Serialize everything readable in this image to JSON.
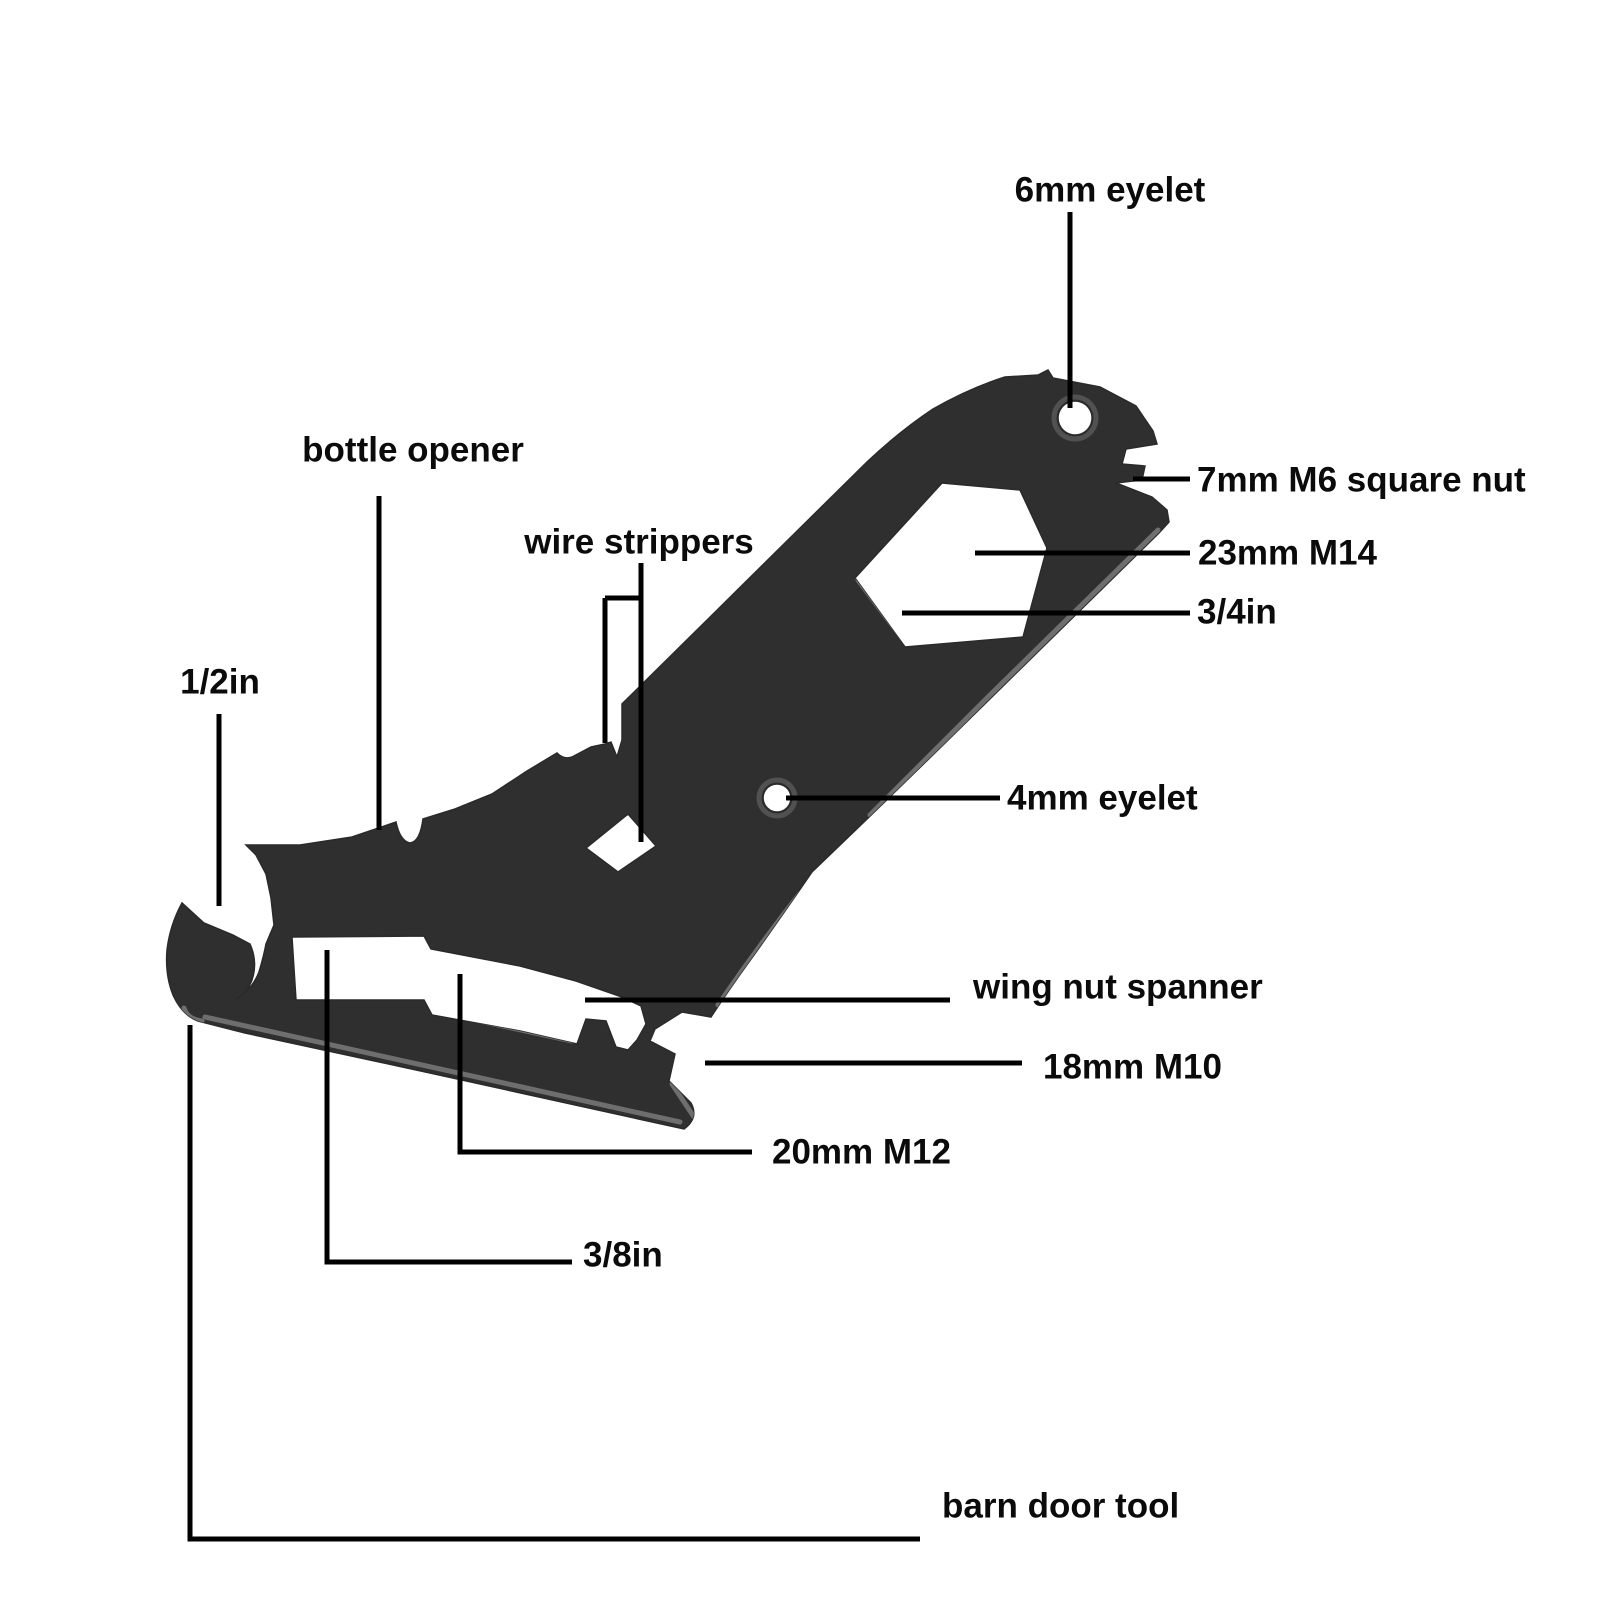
{
  "figure_type": "annotated product diagram",
  "subject": "black steel bicycle multi-tool wrench shown diagonally with callout labels",
  "colors": {
    "background": "#ffffff",
    "tool_body": "#2f2f2f",
    "tool_bevel": "#7a7a7a",
    "leader_line": "#000000",
    "label_text": "#0b0b0b"
  },
  "labels": [
    {
      "id": "eyelet-6mm",
      "text": "6mm eyelet"
    },
    {
      "id": "square-nut-7mm",
      "text": "7mm M6 square nut"
    },
    {
      "id": "hex-23mm-m14",
      "text": "23mm M14"
    },
    {
      "id": "hex-3-4in",
      "text": "3/4in"
    },
    {
      "id": "eyelet-4mm",
      "text": "4mm eyelet"
    },
    {
      "id": "bottle-opener",
      "text": "bottle opener"
    },
    {
      "id": "wire-strippers",
      "text": "wire strippers"
    },
    {
      "id": "jaw-1-2in",
      "text": "1/2in"
    },
    {
      "id": "wing-nut-spanner",
      "text": "wing nut spanner"
    },
    {
      "id": "jaw-18mm-m10",
      "text": "18mm M10"
    },
    {
      "id": "jaw-20mm-m12",
      "text": "20mm M12"
    },
    {
      "id": "jaw-3-8in",
      "text": "3/8in"
    },
    {
      "id": "barn-door-tool",
      "text": "barn door tool"
    }
  ]
}
